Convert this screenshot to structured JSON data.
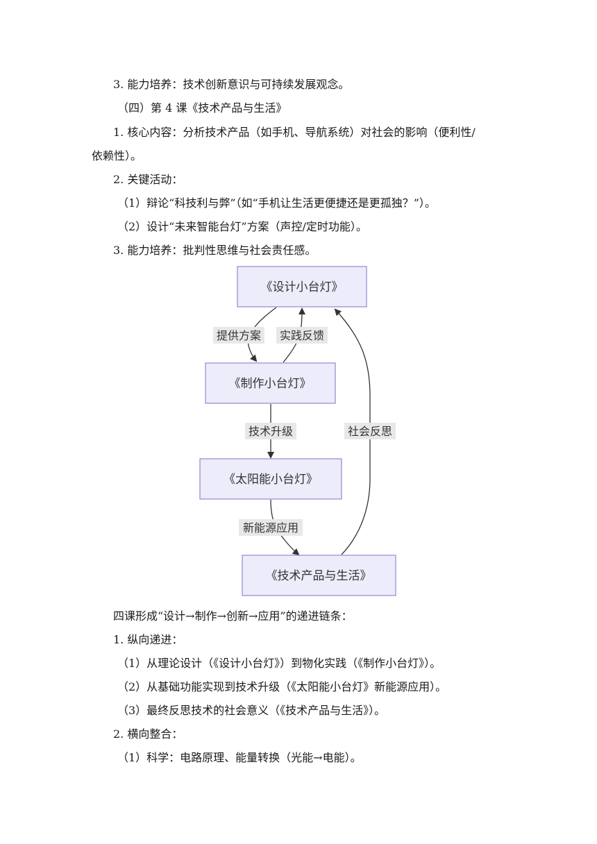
{
  "lines": {
    "l1": "3. 能力培养：技术创新意识与可持续发展观念。",
    "l2": "（四）第 4 课《技术产品与生活》",
    "l3a": "1. 核心内容：分析技术产品（如手机、导航系统）对社会的影响（便利性/",
    "l3b": "依赖性）。",
    "l4": "2. 关键活动：",
    "l5": "（1）辩论“科技利与弊”（如“手机让生活更便捷还是更孤独？”）。",
    "l6": "（2）设计“未来智能台灯”方案（声控/定时功能）。",
    "l7": "3. 能力培养：批判性思维与社会责任感。",
    "l8": "四课形成“设计→制作→创新→应用”的递进链条：",
    "l9": "1. 纵向递进：",
    "l10": "（1）从理论设计（《设计小台灯》）到物化实践（《制作小台灯》）。",
    "l11": "（2）从基础功能实现到技术升级（《太阳能小台灯》新能源应用）。",
    "l12": "（3）最终反思技术的社会意义（《技术产品与生活》）。",
    "l13": "2. 横向整合：",
    "l14": "（1）科学：电路原理、能量转换（光能→电能）。"
  },
  "diagram": {
    "nodes": {
      "design": "《设计小台灯》",
      "make": "《制作小台灯》",
      "solar": "《太阳能小台灯》",
      "life": "《技术产品与生活》"
    },
    "edges": {
      "provide_plan": "提供方案",
      "practice_feedback": "实践反馈",
      "tech_upgrade": "技术升级",
      "new_energy": "新能源应用",
      "social_reflection": "社会反思"
    },
    "colors": {
      "node_fill": "#ececfb",
      "node_stroke": "#9b8fd6",
      "edge": "#333333",
      "label_bg": "#e8e8e8"
    }
  }
}
